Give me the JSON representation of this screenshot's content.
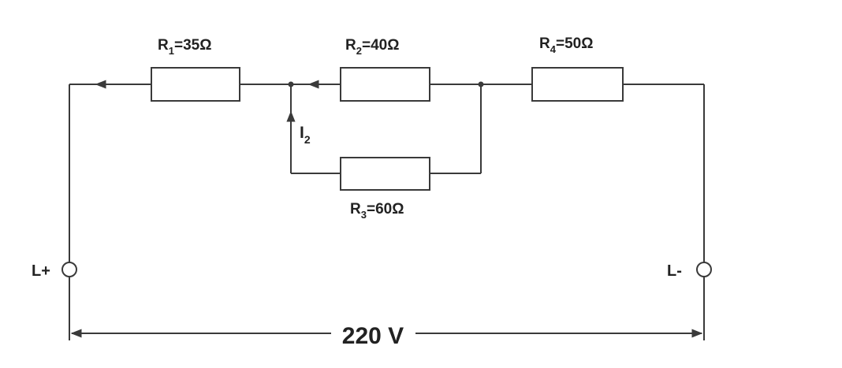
{
  "diagram": {
    "resistors": [
      {
        "id": "R1",
        "symbol": "R",
        "index": "1",
        "value": "=35Ω"
      },
      {
        "id": "R2",
        "symbol": "R",
        "index": "2",
        "value": "=40Ω"
      },
      {
        "id": "R3",
        "symbol": "R",
        "index": "3",
        "value": "=60Ω"
      },
      {
        "id": "R4",
        "symbol": "R",
        "index": "4",
        "value": "=50Ω"
      }
    ],
    "current": {
      "symbol": "I",
      "index": "2"
    },
    "terminals": {
      "positive": "L+",
      "negative": "L-"
    },
    "voltage": "220 V",
    "colors": {
      "line": "#3a3a3a",
      "text": "#222222"
    }
  }
}
